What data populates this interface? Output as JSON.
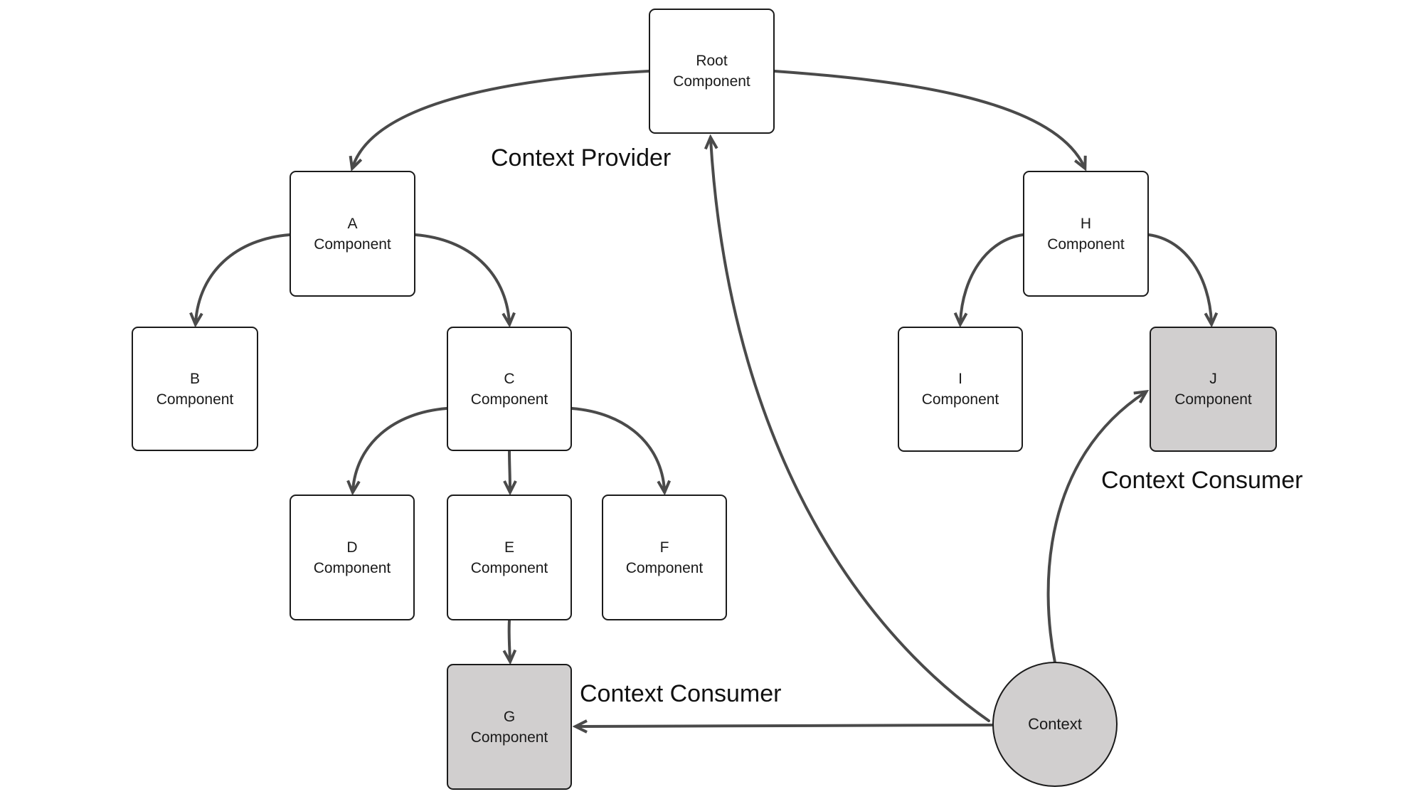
{
  "colors": {
    "background": "#ffffff",
    "line": "#4a4a4a",
    "box_border": "#1b1b1b",
    "box_fill": "#ffffff",
    "highlight_fill": "#d1cfcf",
    "text": "#1a1a1a",
    "label_text": "#111111"
  },
  "annotations": {
    "context_provider": "Context Provider",
    "context_consumer_left": "Context Consumer",
    "context_consumer_right": "Context Consumer"
  },
  "nodes": {
    "root": {
      "line1": "Root",
      "line2": "Component",
      "highlighted": false
    },
    "a": {
      "line1": "A",
      "line2": "Component",
      "highlighted": false
    },
    "b": {
      "line1": "B",
      "line2": "Component",
      "highlighted": false
    },
    "c": {
      "line1": "C",
      "line2": "Component",
      "highlighted": false
    },
    "d": {
      "line1": "D",
      "line2": "Component",
      "highlighted": false
    },
    "e": {
      "line1": "E",
      "line2": "Component",
      "highlighted": false
    },
    "f": {
      "line1": "F",
      "line2": "Component",
      "highlighted": false
    },
    "g": {
      "line1": "G",
      "line2": "Component",
      "highlighted": true
    },
    "h": {
      "line1": "H",
      "line2": "Component",
      "highlighted": false
    },
    "i": {
      "line1": "I",
      "line2": "Component",
      "highlighted": false
    },
    "j": {
      "line1": "J",
      "line2": "Component",
      "highlighted": true
    }
  },
  "context_node": {
    "label": "Context"
  }
}
